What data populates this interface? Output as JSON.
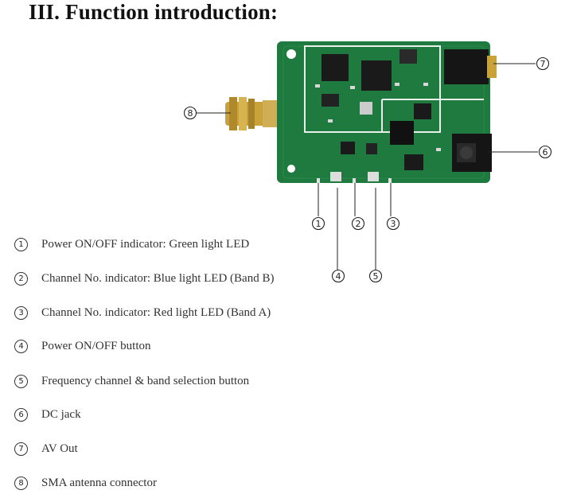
{
  "title": "III. Function introduction:",
  "callouts": [
    "1",
    "2",
    "3",
    "4",
    "5",
    "6",
    "7",
    "8"
  ],
  "items": [
    {
      "number": "1",
      "text": "Power ON/OFF indicator: Green light LED"
    },
    {
      "number": "2",
      "text": "Channel No. indicator: Blue light LED (Band B)"
    },
    {
      "number": "3",
      "text": "Channel No. indicator: Red light LED (Band A)"
    },
    {
      "number": "4",
      "text": "Power ON/OFF button"
    },
    {
      "number": "5",
      "text": "Frequency channel & band selection button"
    },
    {
      "number": "6",
      "text": "DC jack"
    },
    {
      "number": "7",
      "text": "AV Out"
    },
    {
      "number": "8",
      "text": "SMA antenna connector"
    }
  ],
  "colors": {
    "pcb": "#1e7a3e",
    "pcb_dark": "#145a2c",
    "silk": "#e8f0ea",
    "chip": "#1a1a1a",
    "gold": "#c9a23a"
  }
}
